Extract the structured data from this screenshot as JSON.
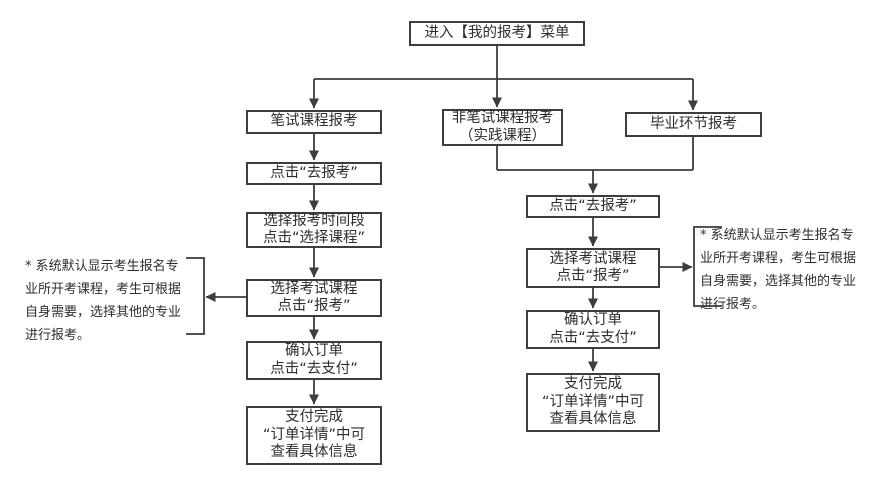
{
  "colors": {
    "line": "#3d3d3d",
    "text": "#2e2e2e",
    "background": "#ffffff"
  },
  "flow": {
    "entry": "进入【我的报考】菜单",
    "branches": {
      "written": "笔试课程报考",
      "practical": "非笔试课程报考\n（实践课程）",
      "graduation": "毕业环节报考"
    },
    "written_steps": [
      "点击“去报考”",
      "选择报考时间段\n点击“选择课程”",
      "选择考试课程\n点击“报考”",
      "确认订单\n点击“去支付”",
      "支付完成\n“订单详情”中可\n查看具体信息"
    ],
    "practical_steps": [
      "点击“去报考”",
      "选择考试课程\n点击“报考”",
      "确认订单\n点击“去支付”",
      "支付完成\n“订单详情”中可\n查看具体信息"
    ],
    "notes": {
      "left": "* 系统默认显示考生报名专\n业所开考课程，考生可根据\n自身需要，选择其他的专业\n进行报考。",
      "right": "* 系统默认显示考生报名专\n业所开考课程，考生可根据\n自身需要，选择其他的专业\n进行报考。"
    }
  }
}
